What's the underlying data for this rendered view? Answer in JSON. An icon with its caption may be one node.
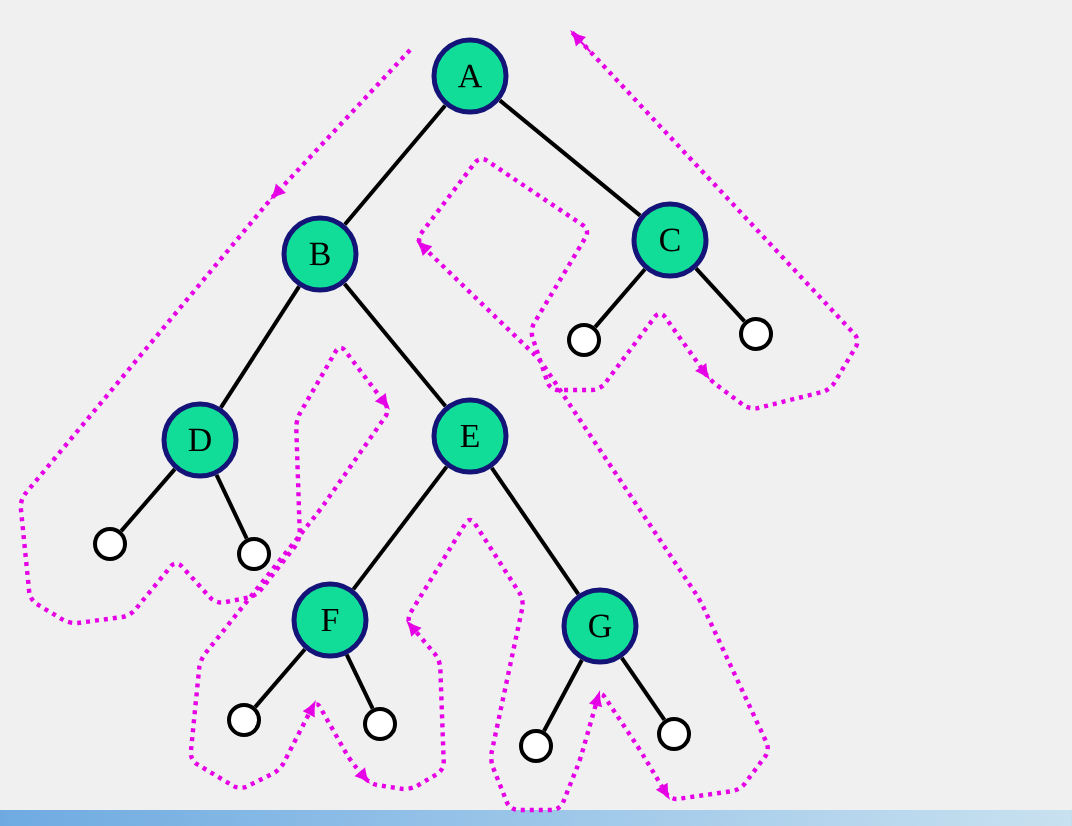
{
  "diagram": {
    "nodes": [
      {
        "text": [
          "A"
        ]
      },
      {
        "text": [
          "B"
        ]
      },
      {
        "text": [
          "C"
        ]
      },
      {
        "text": [
          "D"
        ]
      },
      {
        "text": [
          "E"
        ]
      },
      {
        "text": [
          "F"
        ]
      },
      {
        "text": [
          "G"
        ]
      },
      {
        "text": [],
        "shape": "circle"
      },
      {
        "text": [],
        "shape": "circle"
      },
      {
        "text": [],
        "shape": "circle"
      },
      {
        "text": [],
        "shape": "circle"
      },
      {
        "text": [],
        "shape": "circle"
      },
      {
        "text": [],
        "shape": "circle"
      },
      {
        "text": [],
        "shape": "circle"
      },
      {
        "text": [],
        "shape": "circle"
      }
    ],
    "edges": [
      {
        "from": 0,
        "to": 1,
        "arrow": "none"
      },
      {
        "from": 0,
        "to": 2,
        "arrow": "none"
      },
      {
        "from": 1,
        "to": 3,
        "arrow": "none"
      },
      {
        "from": 1,
        "to": 4,
        "arrow": "none"
      },
      {
        "from": 2,
        "to": 7,
        "arrow": "none"
      },
      {
        "from": 2,
        "to": 8,
        "arrow": "none"
      },
      {
        "from": 3,
        "to": 9,
        "arrow": "none"
      },
      {
        "from": 3,
        "to": 10,
        "arrow": "none"
      },
      {
        "from": 4,
        "to": 5,
        "arrow": "none"
      },
      {
        "from": 4,
        "to": 6,
        "arrow": "none"
      },
      {
        "from": 5,
        "to": 11,
        "arrow": "none"
      },
      {
        "from": 5,
        "to": 12,
        "arrow": "none"
      },
      {
        "from": 6,
        "to": 13,
        "arrow": "none"
      },
      {
        "from": 6,
        "to": 14,
        "arrow": "none"
      }
    ]
  }
}
